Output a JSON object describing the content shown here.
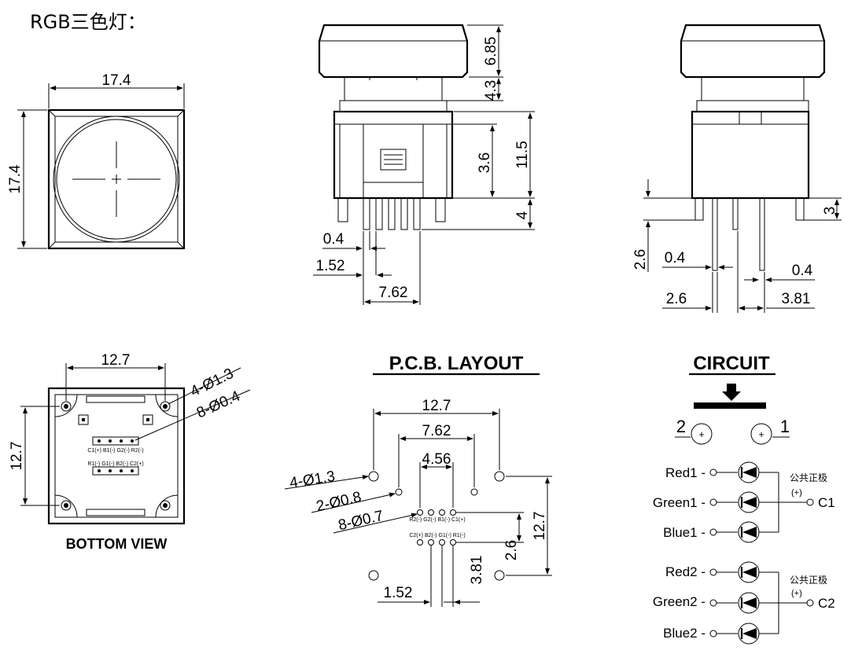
{
  "title": "RGB三色灯：",
  "top_view": {
    "width_dim": "17.4",
    "height_dim": "17.4"
  },
  "front_view": {
    "dims": [
      "6.85",
      "4.3",
      "11.5",
      "3.6",
      "4"
    ],
    "bottom_dims": [
      "0.4",
      "1.52",
      "7.62"
    ]
  },
  "side_view": {
    "dims": [
      "3",
      "2.6",
      "0.4",
      "0.4",
      "2.6",
      "3.81"
    ]
  },
  "bottom_view": {
    "caption": "BOTTOM VIEW",
    "width_dim": "12.7",
    "height_dim": "12.7",
    "callout_mount": "4-Ø1.3",
    "callout_pins": "8-Ø0.4",
    "pin_row_top": "C1(+) B1(-) G2(-) R2(-)",
    "pin_row_bottom": "R1(-) G1(-) B2(-) C2(+)"
  },
  "pcb_layout": {
    "heading": "P.C.B. LAYOUT",
    "dims": [
      "12.7",
      "7.62",
      "4.56",
      "12.7",
      "2.6",
      "3.81",
      "1.52"
    ],
    "callouts": [
      "4-Ø1.3",
      "2-Ø0.8",
      "8-Ø0.7"
    ],
    "pin_row_top": "R2(-) G2(-) B1(-) C1(+)",
    "pin_row_bottom": "C2(+) B2(-) G1(-) R1(-)"
  },
  "circuit": {
    "heading": "CIRCUIT",
    "terminal_left": "2",
    "terminal_right": "1",
    "group1": {
      "leds": [
        "Red1 -",
        "Green1 -",
        "Blue1 -"
      ],
      "common_cn": "公共正极",
      "plus": "(+)",
      "common": "C1"
    },
    "group2": {
      "leds": [
        "Red2 -",
        "Green2 -",
        "Blue2 -"
      ],
      "common_cn": "公共正极",
      "plus": "(+)",
      "common": "C2"
    }
  }
}
